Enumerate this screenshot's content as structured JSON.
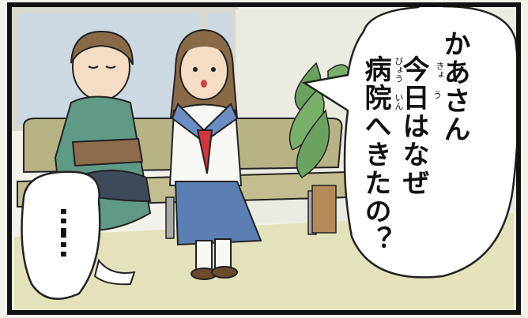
{
  "speech_right": {
    "line1": "かあさん",
    "line2": "今日はなぜ",
    "line3": "病院へきたの？",
    "ruby_kyou_1": "きょ",
    "ruby_kyou_2": "う",
    "ruby_byou": "びょう",
    "ruby_in": "いん"
  },
  "speech_left": {
    "text": "……"
  },
  "colors": {
    "wall": "#f2f1ea",
    "window": "#cdd9e2",
    "bench": "#b7b384",
    "floor": "#e3e2bb",
    "kimono": "#5f9a86",
    "skirt": "#5b7fb2",
    "plant": "#6aa35f"
  }
}
